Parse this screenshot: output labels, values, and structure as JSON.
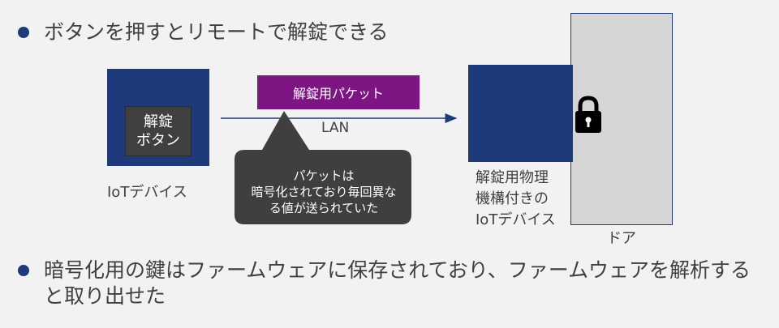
{
  "bullets": [
    "ボタンを押すとリモートで解錠できる",
    "暗号化用の鍵はファームウェアに保存されており、ファームウェアを解析すると取り出せた"
  ],
  "diagram": {
    "left_device_label": "IoTデバイス",
    "unlock_button_label": "解錠\nボタン",
    "packet_label": "解錠用パケット",
    "network_label": "LAN",
    "callout_text": "パケットは\n暗号化されており毎回異な\nる値が送られていた",
    "right_device_label": "解錠用物理\n機構付きの\nIoTデバイス",
    "door_label": "ドア",
    "lock_icon": "padlock-icon"
  },
  "colors": {
    "device_blue": "#1f3a7a",
    "packet_purple": "#7d1583",
    "callout_gray": "#3f3f3f",
    "door_gray": "#d6d6d6"
  }
}
